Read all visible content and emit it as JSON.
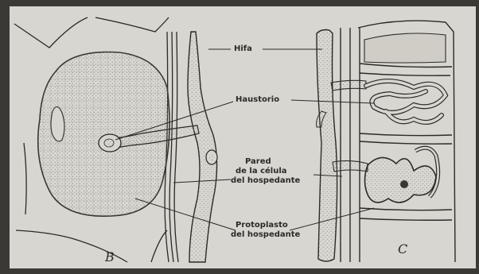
{
  "figure": {
    "labels": {
      "hyphae": "Hifa",
      "haustorium": "Haustorio",
      "host_cell_wall": [
        "Pared",
        "de la célula",
        "del hospedante"
      ],
      "host_protoplast": [
        "Protoplasto",
        "del hospedante"
      ]
    },
    "panels": [
      "B",
      "C"
    ],
    "colors": {
      "paper": "#d8d6d0",
      "ink": "#2b2a27",
      "stipple": "#8d8a84",
      "background": "#3a3936"
    }
  }
}
